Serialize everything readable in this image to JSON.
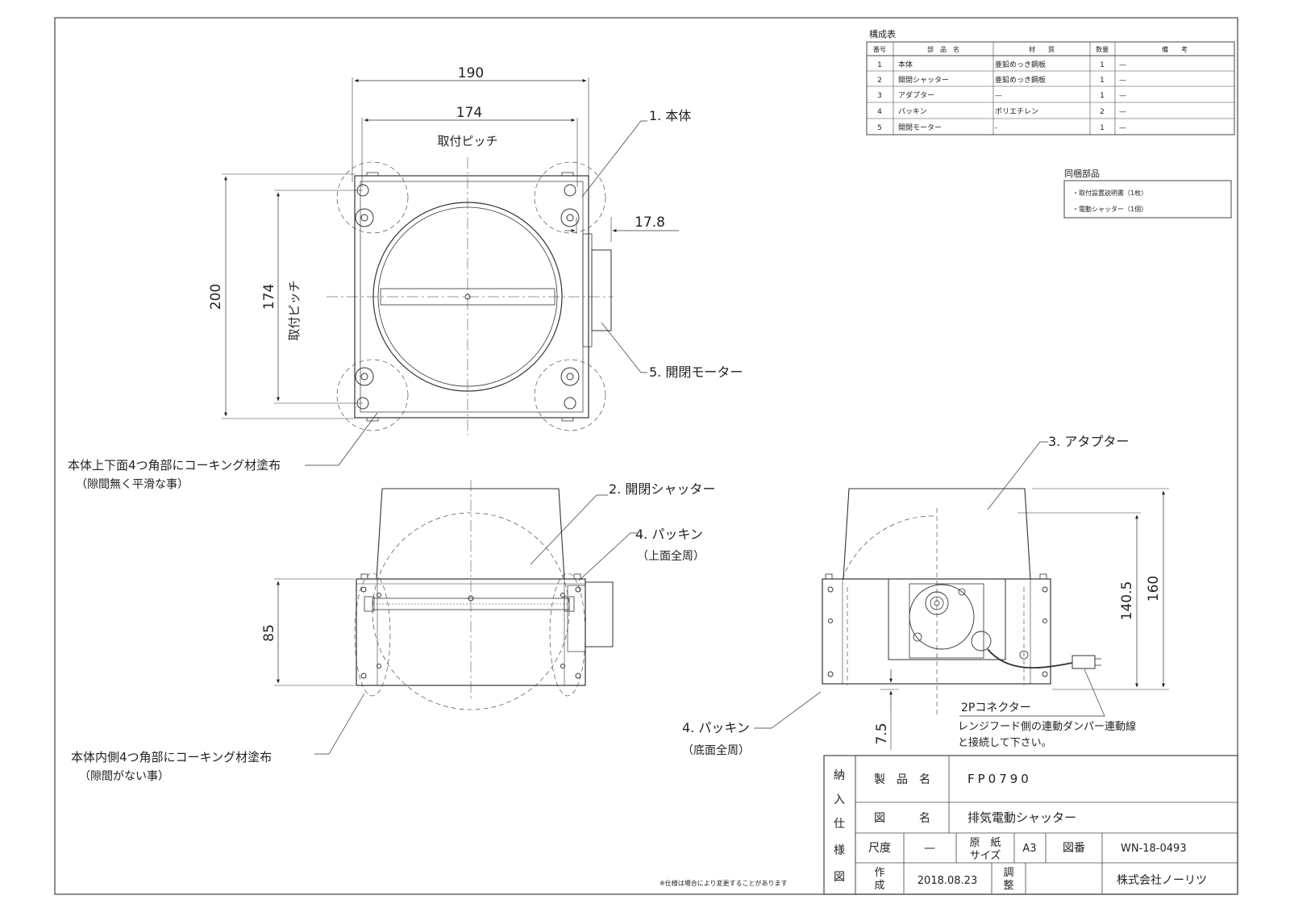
{
  "parts_table": {
    "title": "構成表",
    "headers": [
      "番号",
      "部　品　名",
      "材　　質",
      "数量",
      "備　　考"
    ],
    "rows": [
      {
        "no": "1",
        "name": "本体",
        "material": "亜鉛めっき鋼板",
        "qty": "1",
        "note": "—"
      },
      {
        "no": "2",
        "name": "開閉シャッター",
        "material": "亜鉛めっき鋼板",
        "qty": "1",
        "note": "—"
      },
      {
        "no": "3",
        "name": "アダプター",
        "material": "—",
        "qty": "1",
        "note": "—"
      },
      {
        "no": "4",
        "name": "パッキン",
        "material": "ポリエチレン",
        "qty": "2",
        "note": "—"
      },
      {
        "no": "5",
        "name": "開閉モーター",
        "material": "-",
        "qty": "1",
        "note": "—"
      }
    ]
  },
  "bundled": {
    "title": "同梱部品",
    "items": [
      "・取付設置説明書（1枚）",
      "・電動シャッター（1個）"
    ]
  },
  "top_view": {
    "dim_width": "190",
    "dim_pitch_w": "174",
    "pitch_label_w": "取付ピッチ",
    "dim_height": "200",
    "dim_pitch_h": "174",
    "pitch_label_h": "取付ピッチ",
    "dim_motor": "17.8",
    "label_body": "1. 本体",
    "label_motor": "5. 開閉モーター",
    "note_caulk_1": "本体上下面4つ角部にコーキング材塗布",
    "note_caulk_1_sub": "（隙間無く平滑な事）"
  },
  "front_view": {
    "dim_height": "85",
    "label_shutter": "2. 開閉シャッター",
    "label_packing": "4. パッキン",
    "label_packing_sub": "（上面全周）",
    "note_caulk_2": "本体内側4つ角部にコーキング材塗布",
    "note_caulk_2_sub": "（隙間がない事）"
  },
  "side_view": {
    "label_adapter": "3. アタプター",
    "dim_140": "140.5",
    "dim_160": "160",
    "dim_7": "7.5",
    "label_packing": "4. パッキン",
    "label_packing_sub": "（底面全周）",
    "connector_title": "2Pコネクター",
    "connector_note_1": "レンジフード側の連動ダンパー連動線",
    "connector_note_2": "と接続して下さい。"
  },
  "footnote": "※仕様は場合により変更することがあります",
  "title_block": {
    "vertical_label": [
      "納",
      "入",
      "仕",
      "様",
      "図"
    ],
    "product_name_label": "製　品　名",
    "product_name": "FP0790",
    "drawing_name_label": "図　　　名",
    "drawing_name": "排気電動シャッター",
    "scale_label": "尺度",
    "scale_value": "—",
    "paper_label_1": "原　紙",
    "paper_label_2": "サイズ",
    "paper_value": "A3",
    "drawing_no_label": "図番",
    "drawing_no": "WN-18-0493",
    "made_label_1": "作",
    "made_label_2": "成",
    "made_date": "2018.08.23",
    "adjust_label_1": "調",
    "adjust_label_2": "整",
    "company": "株式会社ノーリツ"
  }
}
